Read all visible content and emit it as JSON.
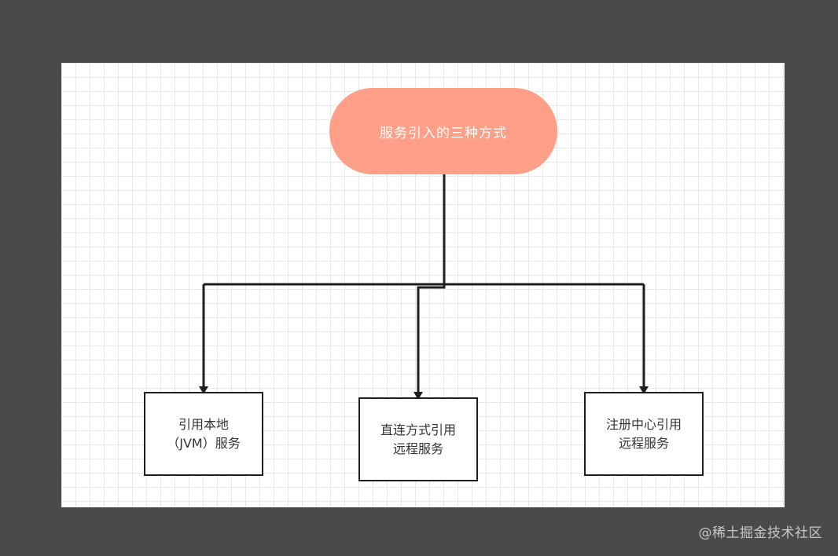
{
  "diagram": {
    "root": {
      "label": "服务引入的三种方式"
    },
    "children": [
      {
        "line1": "引用本地",
        "line2": "（JVM）服务"
      },
      {
        "line1": "直连方式引用",
        "line2": "远程服务"
      },
      {
        "line1": "注册中心引用",
        "line2": "远程服务"
      }
    ],
    "colors": {
      "root_fill": "#ff9f87",
      "root_text": "#ffffff",
      "connector": "#1e1e1e",
      "box_border": "#1e1e1e",
      "background": "#4a4a4a",
      "canvas": "#ffffff"
    }
  },
  "watermark": "@稀土掘金技术社区"
}
